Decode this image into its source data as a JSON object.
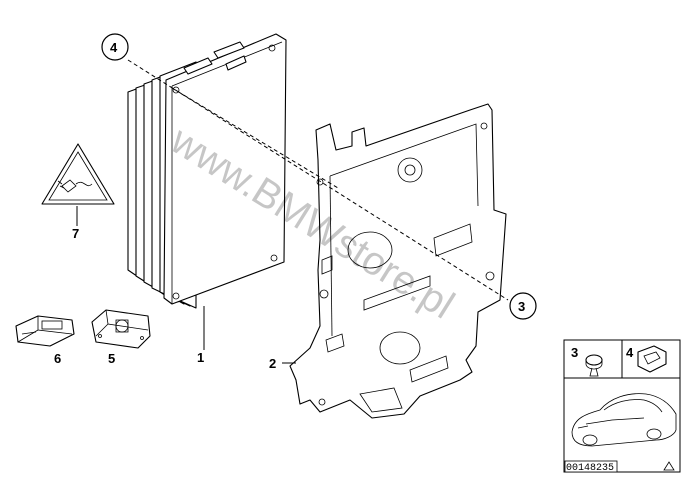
{
  "watermark": "www.BMWstore.pl",
  "diagram_code": "00148235",
  "callouts": [
    {
      "id": "callout-1",
      "text": "1"
    },
    {
      "id": "callout-2",
      "text": "2"
    },
    {
      "id": "callout-3",
      "text": "3"
    },
    {
      "id": "callout-4",
      "text": "4"
    },
    {
      "id": "callout-5",
      "text": "5"
    },
    {
      "id": "callout-6",
      "text": "6"
    },
    {
      "id": "callout-7",
      "text": "7"
    }
  ],
  "inset": {
    "labels": [
      {
        "id": "inset-label-3",
        "text": "3"
      },
      {
        "id": "inset-label-4",
        "text": "4"
      }
    ]
  }
}
